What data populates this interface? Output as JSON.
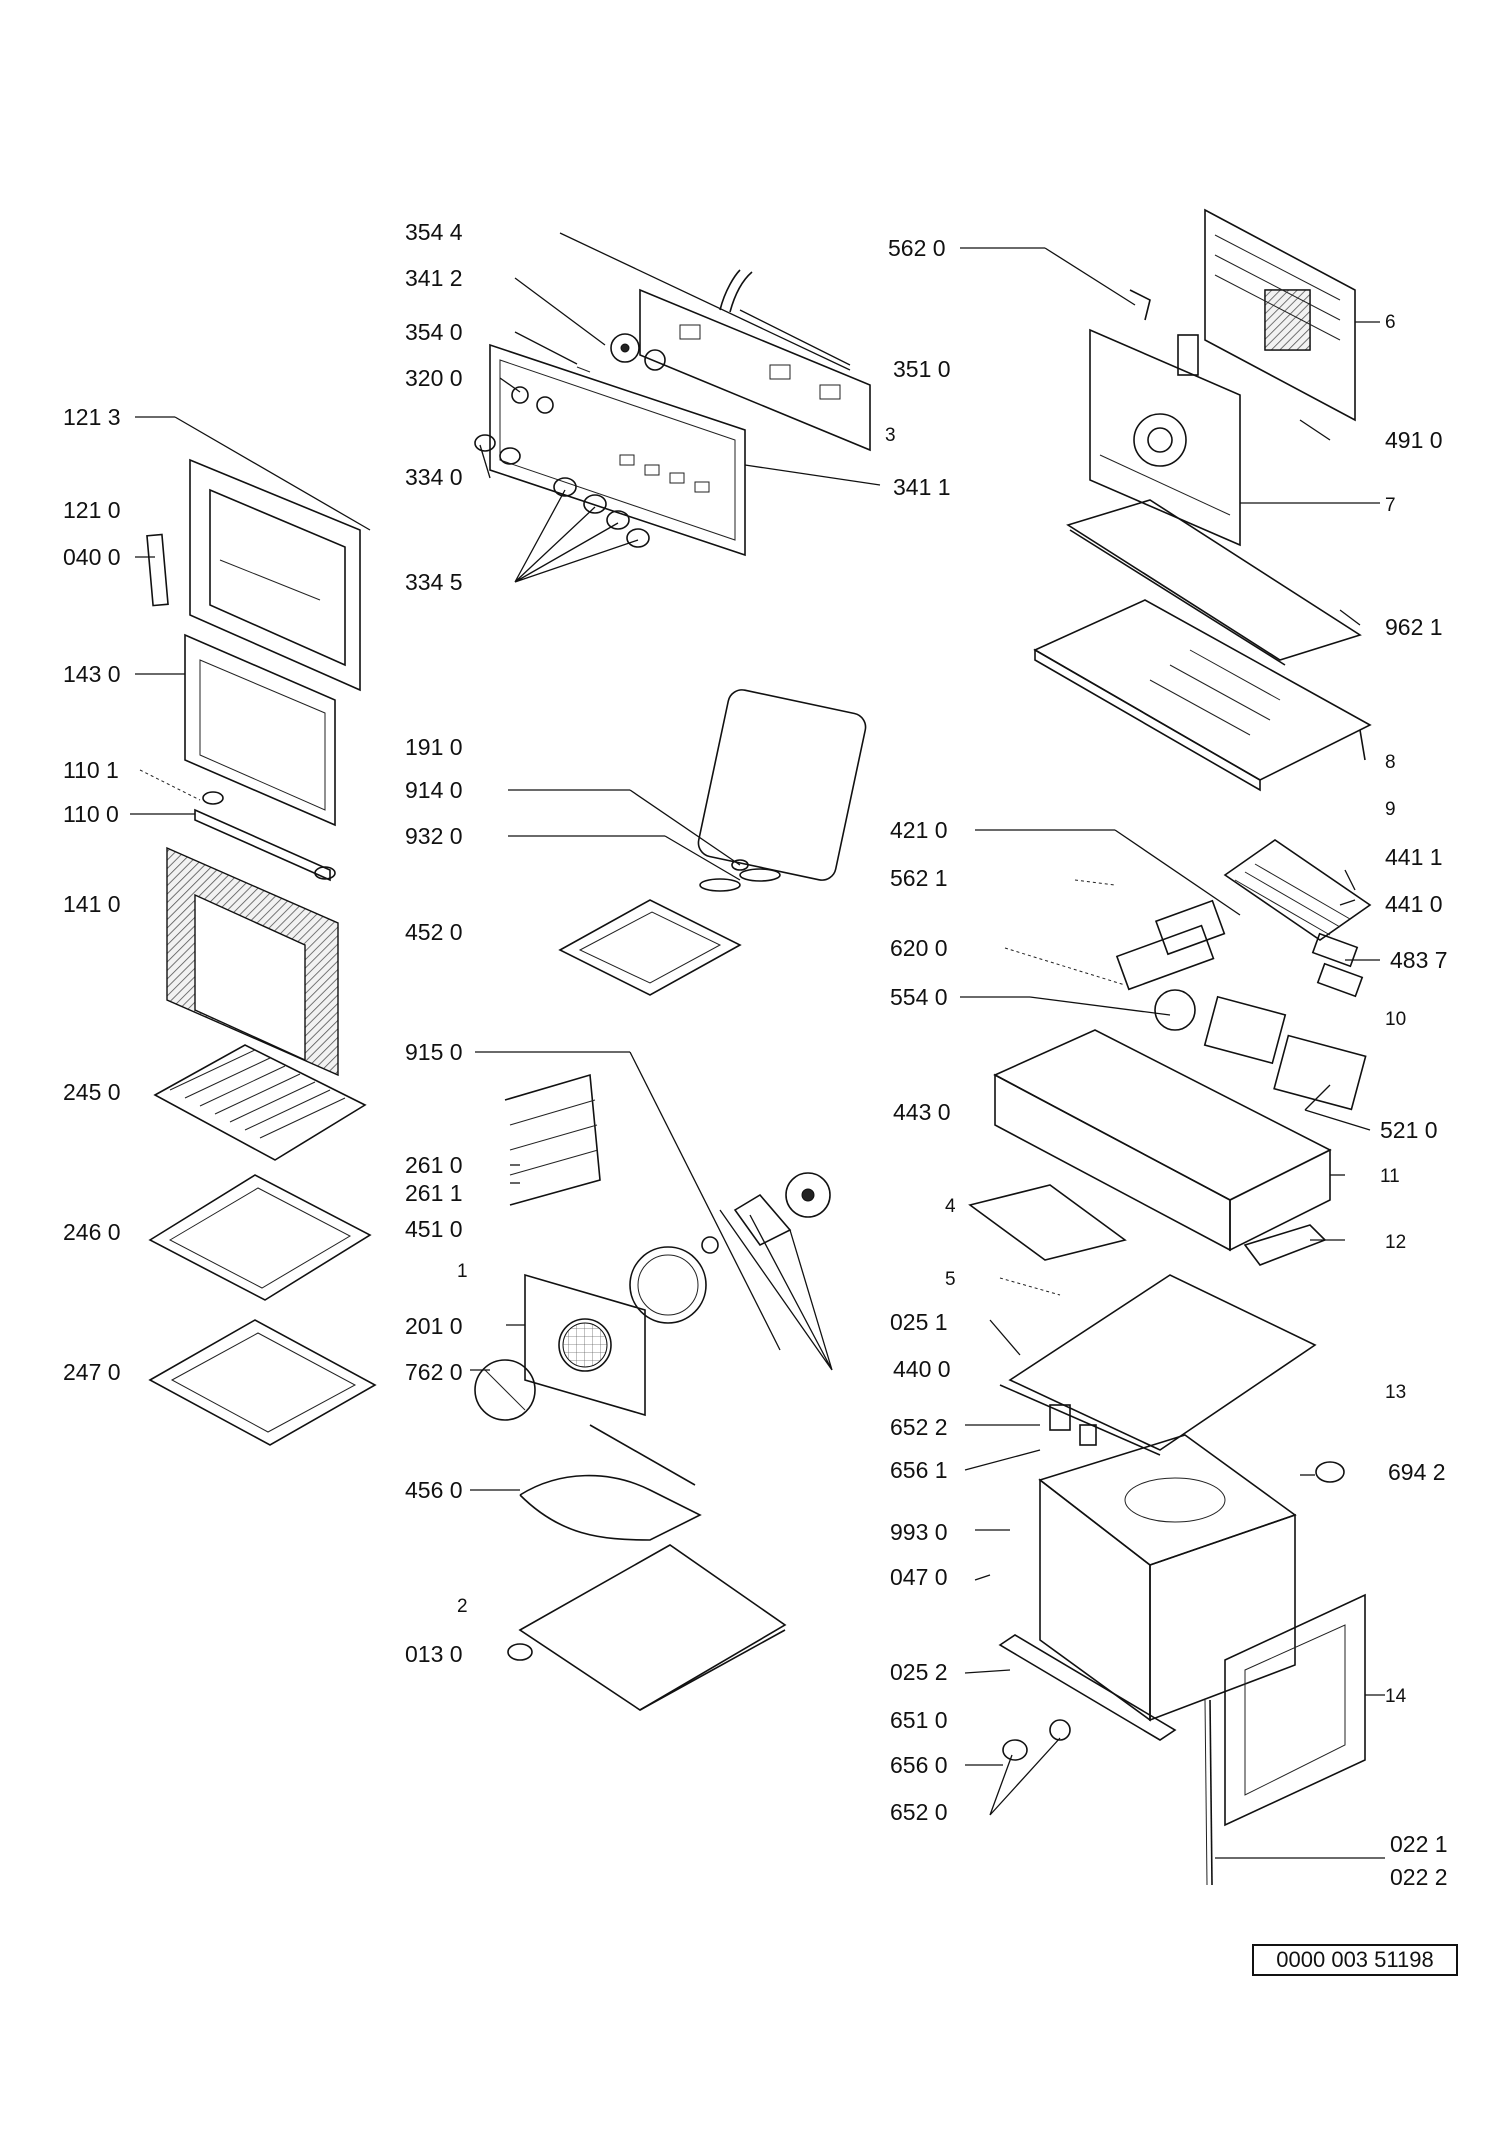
{
  "document_number": "0000 003 51198",
  "labels": {
    "p3544": "354 4",
    "p3412": "341 2",
    "p3540": "354 0",
    "p3200": "320 0",
    "p3510": "351 0",
    "g3": "3",
    "p3411": "341 1",
    "p3340": "334 0",
    "p3345": "334 5",
    "p5620": "562 0",
    "g6": "6",
    "p4910": "491 0",
    "g7": "7",
    "p9621": "962 1",
    "g8": "8",
    "p1213": "121 3",
    "p1210": "121 0",
    "p0400": "040 0",
    "p1430": "143 0",
    "p1101": "110 1",
    "p1100": "110 0",
    "p1410": "141 0",
    "p1910": "191 0",
    "p9140": "914 0",
    "p9320": "932 0",
    "p4520": "452 0",
    "g9": "9",
    "p4210": "421 0",
    "p4411": "441 1",
    "p5621": "562 1",
    "p4410": "441 0",
    "p6200": "620 0",
    "p4837": "483 7",
    "p5540": "554 0",
    "g10": "10",
    "p2450": "245 0",
    "p9150": "915 0",
    "p4430": "443 0",
    "p5210": "521 0",
    "p2610": "261 0",
    "p2611": "261 1",
    "g11": "11",
    "g4": "4",
    "p2460": "246 0",
    "p4510": "451 0",
    "g12": "12",
    "g1": "1",
    "g5": "5",
    "p2010": "201 0",
    "p0251": "025 1",
    "p2470": "247 0",
    "p7620": "762 0",
    "p4400": "440 0",
    "g13": "13",
    "p6522": "652 2",
    "p6561": "656 1",
    "p6942": "694 2",
    "p4560": "456 0",
    "p9930": "993 0",
    "p0470": "047 0",
    "g2": "2",
    "p0130": "013 0",
    "p0252": "025 2",
    "g14": "14",
    "p6510": "651 0",
    "p6560": "656 0",
    "p6520": "652 0",
    "p0221": "022 1",
    "p0222": "022 2"
  }
}
